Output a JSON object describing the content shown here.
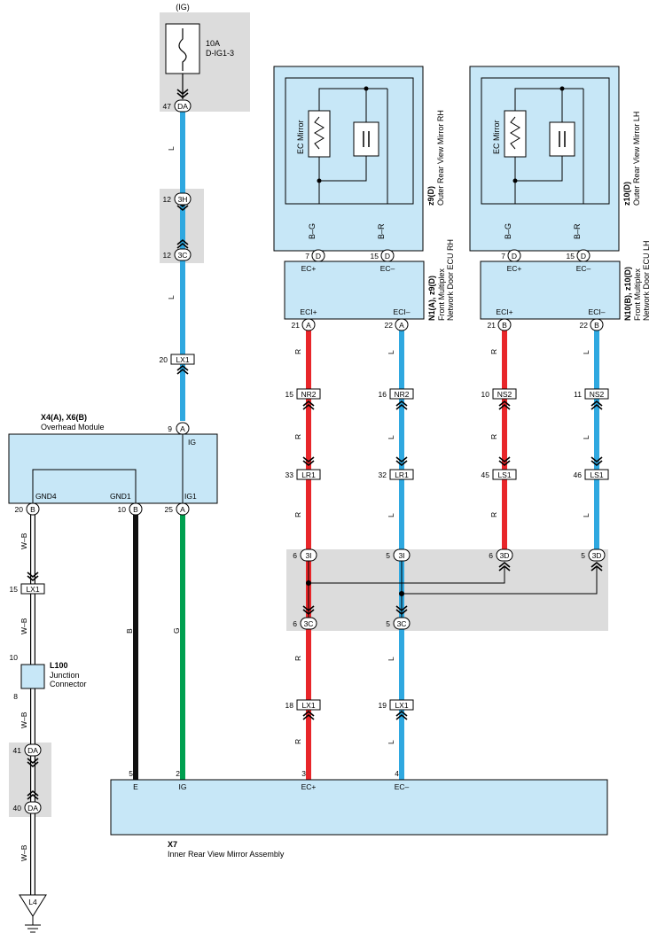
{
  "colors": {
    "wire_L": "#2fa8e0",
    "wire_R": "#e8262a",
    "wire_G": "#00a050",
    "wire_B": "#111111",
    "wire_WB": "#ffffff",
    "component_fill": "#c7e7f7",
    "splice_fill": "#dcdcdc"
  },
  "fuse": {
    "ig": "(IG)",
    "rating": "10A",
    "name": "D-IG1-3"
  },
  "mirror_rh": {
    "code": "z9(D)",
    "title": "Outer Rear View Mirror RH",
    "element": "EC Mirror",
    "wire_left": "B–G",
    "wire_right": "B–R",
    "pin_left": "7",
    "pin_right": "15",
    "conn": "D",
    "term_left": "EC+",
    "term_right": "EC–"
  },
  "mirror_lh": {
    "code": "z10(D)",
    "title": "Outer Rear View Mirror LH",
    "element": "EC Mirror",
    "wire_left": "B–G",
    "wire_right": "B–R",
    "pin_left": "7",
    "pin_right": "15",
    "conn": "D",
    "term_left": "EC+",
    "term_right": "EC–"
  },
  "ecu_rh": {
    "code": "N1(A), z9(D)",
    "title1": "Front Multiplex",
    "title2": "Network Door ECU RH",
    "term_left": "ECI+",
    "term_right": "ECI–",
    "pin_left": "21",
    "pin_right": "22",
    "conn": "A"
  },
  "ecu_lh": {
    "code": "N10(B), z10(D)",
    "title1": "Front Multiplex",
    "title2": "Network Door ECU LH",
    "term_left": "ECI+",
    "term_right": "ECI–",
    "pin_left": "21",
    "pin_right": "22",
    "conn": "B"
  },
  "overhead": {
    "code": "X4(A), X6(B)",
    "title": "Overhead Module",
    "ig": "IG",
    "gnd4": "GND4",
    "gnd1": "GND1",
    "ig1": "IG1",
    "pin_ig": "9",
    "pin_gnd4": "20",
    "pin_gnd1": "10",
    "pin_ig1": "25"
  },
  "inner_mirror": {
    "code": "X7",
    "title": "Inner Rear View Mirror Assembly",
    "e": "E",
    "ig": "IG",
    "ecp": "EC+",
    "ecm": "EC–",
    "pin_e": "5",
    "pin_ig": "2",
    "pin_ecp": "3",
    "pin_ecm": "4"
  },
  "junction": {
    "code": "L100",
    "title1": "Junction",
    "title2": "Connector",
    "pin_top": "10",
    "pin_bottom": "8"
  },
  "ground": {
    "label": "L4"
  },
  "wire_labels": {
    "L": "L",
    "R": "R",
    "G": "G",
    "B": "B",
    "WB": "W–B"
  },
  "connectors": {
    "da47": {
      "pin": "47",
      "name": "DA"
    },
    "h3": {
      "pin": "12",
      "name": "3H"
    },
    "c3": {
      "pin": "12",
      "name": "3C"
    },
    "lx1_top": {
      "pin": "20",
      "name": "LX1"
    },
    "nr2_a": {
      "pin": "15",
      "name": "NR2"
    },
    "nr2_b": {
      "pin": "16",
      "name": "NR2"
    },
    "ns2_a": {
      "pin": "10",
      "name": "NS2"
    },
    "ns2_b": {
      "pin": "11",
      "name": "NS2"
    },
    "lr1_a": {
      "pin": "33",
      "name": "LR1"
    },
    "lr1_b": {
      "pin": "32",
      "name": "LR1"
    },
    "ls1_a": {
      "pin": "45",
      "name": "LS1"
    },
    "ls1_b": {
      "pin": "46",
      "name": "LS1"
    },
    "i3_a": {
      "pin": "6",
      "name": "3I"
    },
    "i3_b": {
      "pin": "5",
      "name": "3I"
    },
    "d3_a": {
      "pin": "6",
      "name": "3D"
    },
    "d3_b": {
      "pin": "5",
      "name": "3D"
    },
    "c3_a": {
      "pin": "6",
      "name": "3C"
    },
    "c3_b": {
      "pin": "5",
      "name": "3C"
    },
    "lx1_r": {
      "pin": "18",
      "name": "LX1"
    },
    "lx1_l": {
      "pin": "19",
      "name": "LX1"
    },
    "lx1_g": {
      "pin": "15",
      "name": "LX1"
    },
    "da41": {
      "pin": "41",
      "name": "DA"
    },
    "da40": {
      "pin": "40",
      "name": "DA"
    }
  }
}
